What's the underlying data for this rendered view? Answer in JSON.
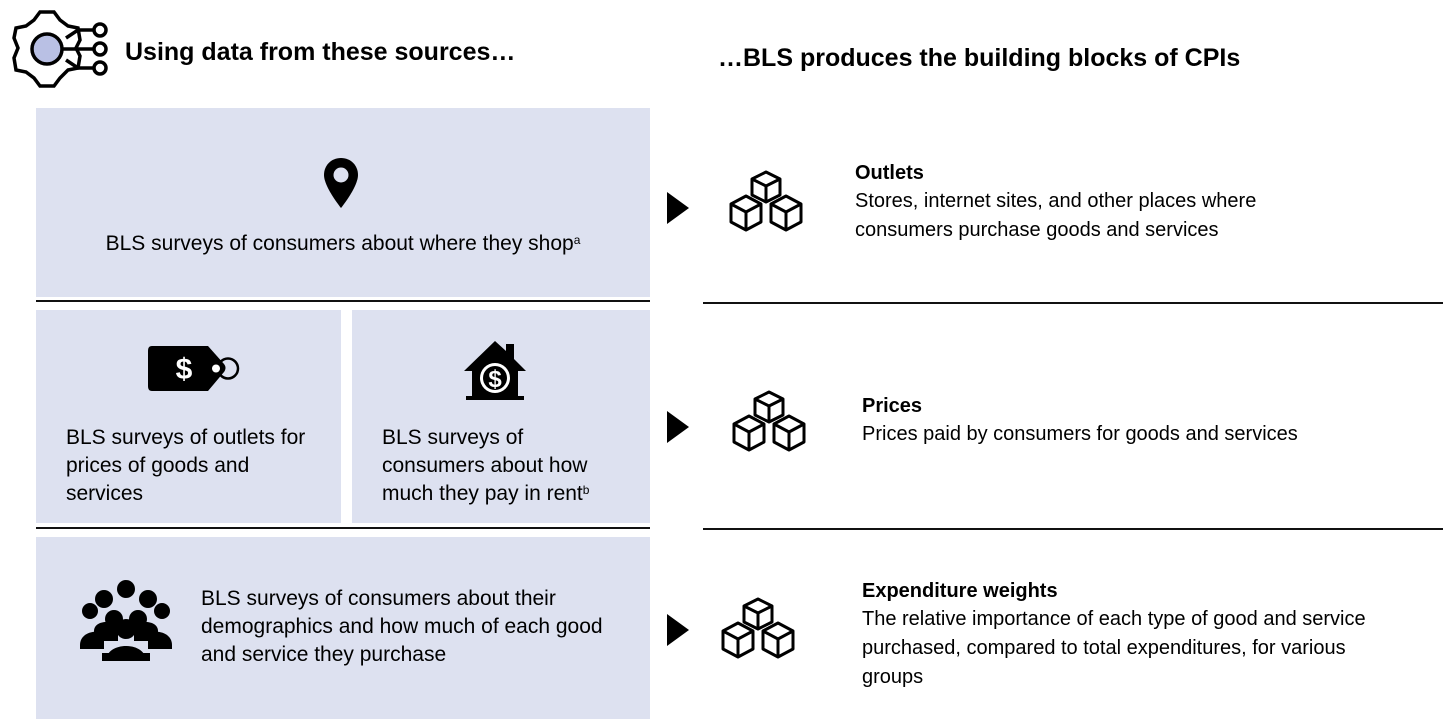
{
  "header": {
    "left_title": "Using data from these sources…",
    "right_title": "…BLS produces the building blocks of CPIs"
  },
  "sources": {
    "where_shop": {
      "text": "BLS surveys of consumers about where they shop",
      "sup": "a"
    },
    "outlet_prices": {
      "text": "BLS surveys of outlets for prices of goods and services"
    },
    "rent": {
      "text": "BLS surveys of consumers about how much they pay in rent",
      "sup": "b"
    },
    "demographics": {
      "text": "BLS surveys of consumers about their demographics and how much of each good and service they purchase"
    }
  },
  "blocks": [
    {
      "title": "Outlets",
      "description": "Stores, internet sites, and other places where consumers purchase goods and services"
    },
    {
      "title": "Prices",
      "description": "Prices paid by consumers for goods and services"
    },
    {
      "title": "Expenditure weights",
      "description": "The relative importance of each type of good and service purchased, compared to total expenditures, for various groups"
    }
  ],
  "icons": {
    "header": "gear-network-icon",
    "where_shop": "location-pin-icon",
    "outlet_prices": "price-tag-icon",
    "rent": "house-dollar-icon",
    "demographics": "people-group-icon",
    "block": "cubes-icon",
    "arrow": "triangle-arrow-icon"
  },
  "colors": {
    "source_box": "#dde1f0",
    "accent_icon": "#b9c0e4"
  }
}
